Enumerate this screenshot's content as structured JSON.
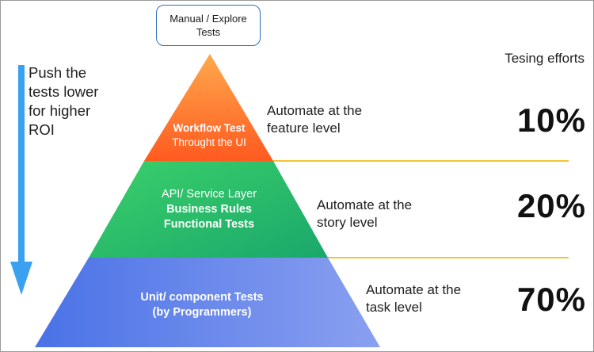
{
  "top_box": {
    "line1": "Manual / Explore",
    "line2": "Tests"
  },
  "roi_note": {
    "line1": "Push the",
    "line2": "tests lower",
    "line3": "for higher",
    "line4": "ROI"
  },
  "efforts_title": "Tesing efforts",
  "layers": [
    {
      "line1": "Workflow Test",
      "line2": "Throught the UI",
      "automate_line1": "Automate at the",
      "automate_line2": "feature level",
      "percent": "10%",
      "color_top": "#ffa94d",
      "color_bottom": "#ff5a1f"
    },
    {
      "line1": "API/ Service Layer",
      "line2": "Business Rules",
      "line3": "Functional Tests",
      "automate_line1": "Automate at the",
      "automate_line2": "story level",
      "percent": "20%",
      "color_top": "#3bd06a",
      "color_bottom": "#1aa86b"
    },
    {
      "line1": "Unit/ component Tests",
      "line2": "(by Programmers)",
      "automate_line1": "Automate at the",
      "automate_line2": "task level",
      "percent": "70%",
      "color_top": "#4a72e6",
      "color_bottom": "#8aa0f0"
    }
  ],
  "colors": {
    "arrow": "#3aa0f0",
    "divider": "#f2c534",
    "box_border": "#2f6fbf"
  }
}
